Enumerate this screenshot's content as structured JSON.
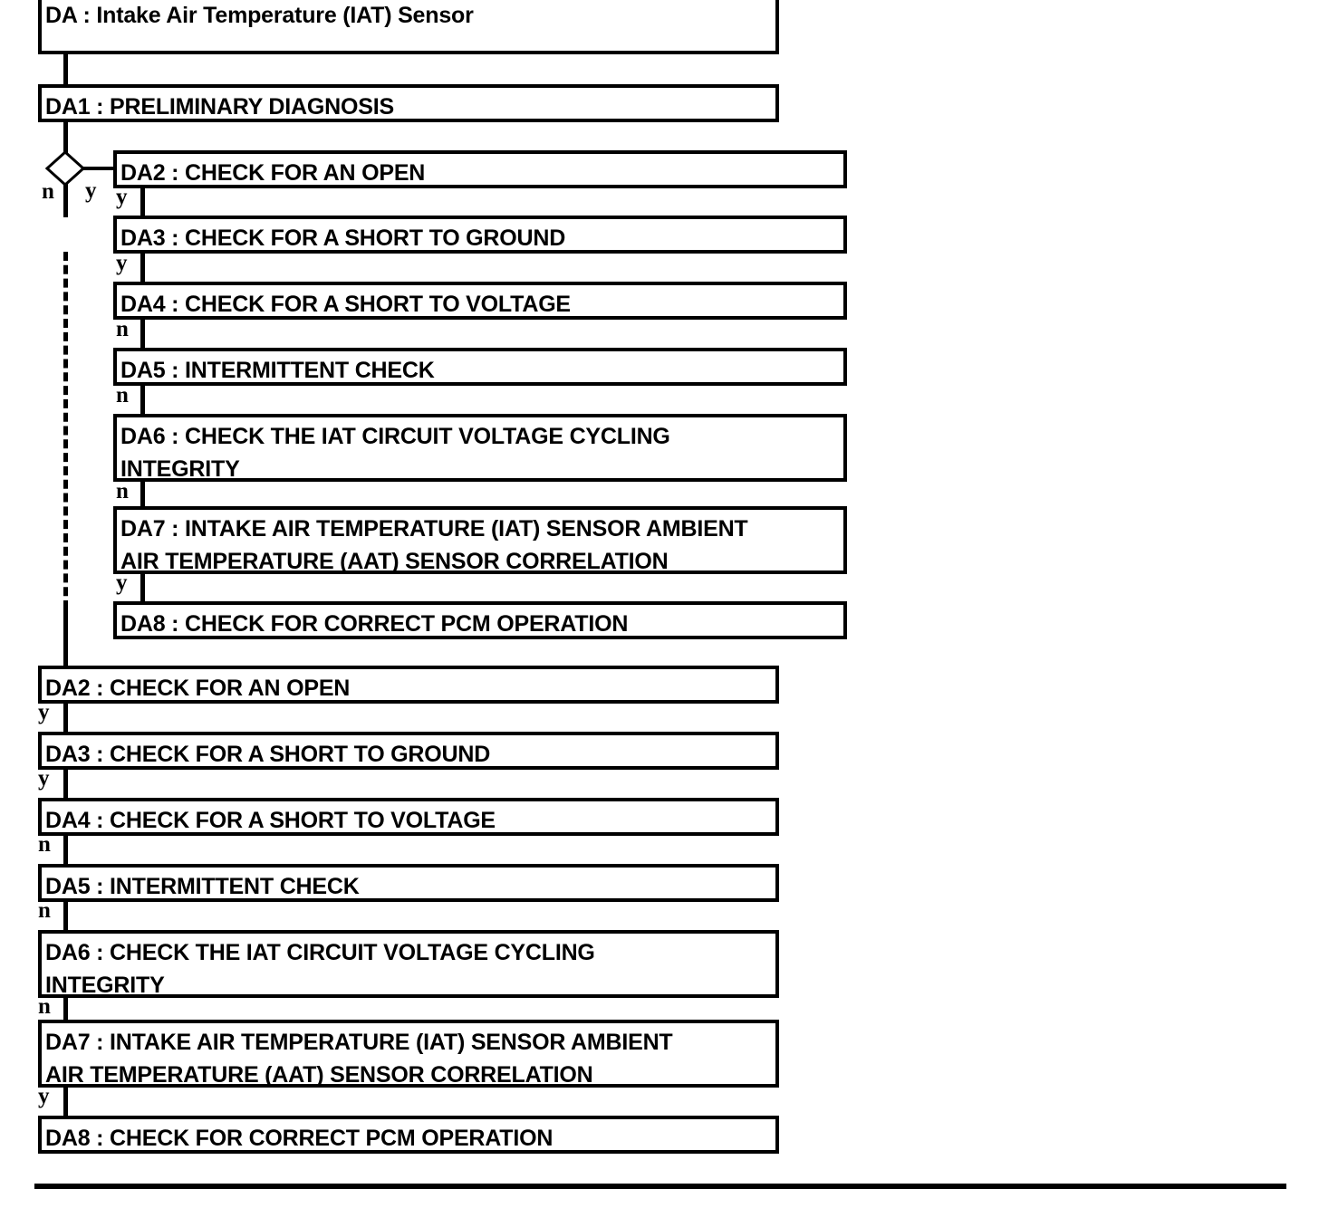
{
  "diagram": {
    "type": "flowchart",
    "title": "DA : Intake Air Temperature (IAT) Sensor",
    "top_node": {
      "id": "DA",
      "label": "DA : Intake Air Temperature (IAT) Sensor"
    },
    "second_node": {
      "id": "DA1",
      "label": "DA1 : PRELIMINARY DIAGNOSIS"
    },
    "decision": {
      "shape": "diamond",
      "no_label": "n",
      "yes_label": "y"
    },
    "branch_group": {
      "entry_edge_label": "y",
      "nodes": [
        {
          "id": "DA2",
          "label": "DA2 : CHECK FOR AN OPEN",
          "edge_out": "y",
          "lines": 1
        },
        {
          "id": "DA3",
          "label": "DA3 : CHECK FOR A SHORT TO GROUND",
          "edge_out": "y",
          "lines": 1
        },
        {
          "id": "DA4",
          "label": "DA4 : CHECK FOR A SHORT TO VOLTAGE",
          "edge_out": "n",
          "lines": 1
        },
        {
          "id": "DA5",
          "label": "DA5 : INTERMITTENT CHECK",
          "edge_out": "n",
          "lines": 1
        },
        {
          "id": "DA6",
          "label": "DA6 : CHECK THE IAT CIRCUIT VOLTAGE CYCLING\nINTEGRITY",
          "edge_out": "n",
          "lines": 2
        },
        {
          "id": "DA7",
          "label": "DA7 : INTAKE AIR TEMPERATURE (IAT) SENSOR AMBIENT\nAIR TEMPERATURE (AAT) SENSOR CORRELATION",
          "edge_out": "y",
          "lines": 2
        },
        {
          "id": "DA8",
          "label": "DA8 : CHECK FOR CORRECT PCM OPERATION",
          "edge_out": "",
          "lines": 1
        }
      ]
    },
    "main_group": {
      "nodes": [
        {
          "id": "DA2",
          "label": "DA2 : CHECK FOR AN OPEN",
          "edge_out": "y",
          "lines": 1
        },
        {
          "id": "DA3",
          "label": "DA3 : CHECK FOR A SHORT TO GROUND",
          "edge_out": "y",
          "lines": 1
        },
        {
          "id": "DA4",
          "label": "DA4 : CHECK FOR A SHORT TO VOLTAGE",
          "edge_out": "n",
          "lines": 1
        },
        {
          "id": "DA5",
          "label": "DA5 : INTERMITTENT CHECK",
          "edge_out": "n",
          "lines": 1
        },
        {
          "id": "DA6",
          "label": "DA6 : CHECK THE IAT CIRCUIT VOLTAGE CYCLING\nINTEGRITY",
          "edge_out": "n",
          "lines": 2
        },
        {
          "id": "DA7",
          "label": "DA7 : INTAKE AIR TEMPERATURE (IAT) SENSOR AMBIENT\nAIR TEMPERATURE (AAT) SENSOR CORRELATION",
          "edge_out": "y",
          "lines": 2
        },
        {
          "id": "DA8",
          "label": "DA8 : CHECK FOR CORRECT PCM OPERATION",
          "edge_out": "",
          "lines": 1
        }
      ]
    },
    "colors": {
      "stroke": "#000000",
      "fill": "#ffffff",
      "text": "#000000"
    }
  }
}
